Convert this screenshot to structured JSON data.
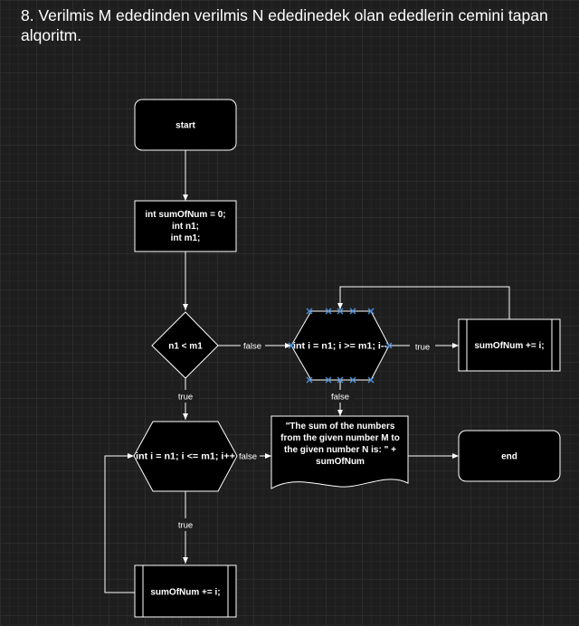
{
  "title": "8. Verilmis M ededinden verilmis N ededinedek olan ededlerin cemini tapan alqoritm.",
  "nodes": {
    "start": "start",
    "init": [
      "int sumOfNum = 0;",
      "int n1;",
      "int m1;"
    ],
    "cond": "n1 < m1",
    "loop_up": "int i = n1; i <= m1; i++",
    "sum_up": "sumOfNum += i;",
    "loop_down": "int i = n1; i >= m1; i--",
    "sum_down": "sumOfNum += i;",
    "output": [
      "\"The sum of the numbers",
      "from the given number M to",
      "the given number N is: \" +",
      "sumOfNum"
    ],
    "end": "end"
  },
  "edges": {
    "cond_false": "false",
    "cond_true": "true",
    "loop_up_true": "true",
    "loop_up_false": "false",
    "loop_down_true": "true",
    "loop_down_false": "false"
  }
}
